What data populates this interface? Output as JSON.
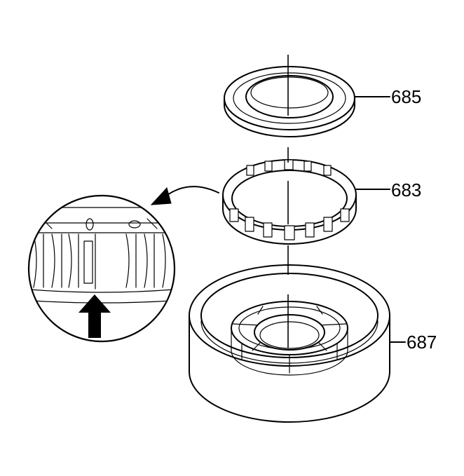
{
  "labels": {
    "seal": "685",
    "bearing_race": "683",
    "housing": "687"
  },
  "icons": {
    "detail_arrow": "curved-arrow-icon",
    "indicator_arrow": "up-arrow-icon"
  },
  "colors": {
    "line": "#000000",
    "background": "#ffffff"
  }
}
